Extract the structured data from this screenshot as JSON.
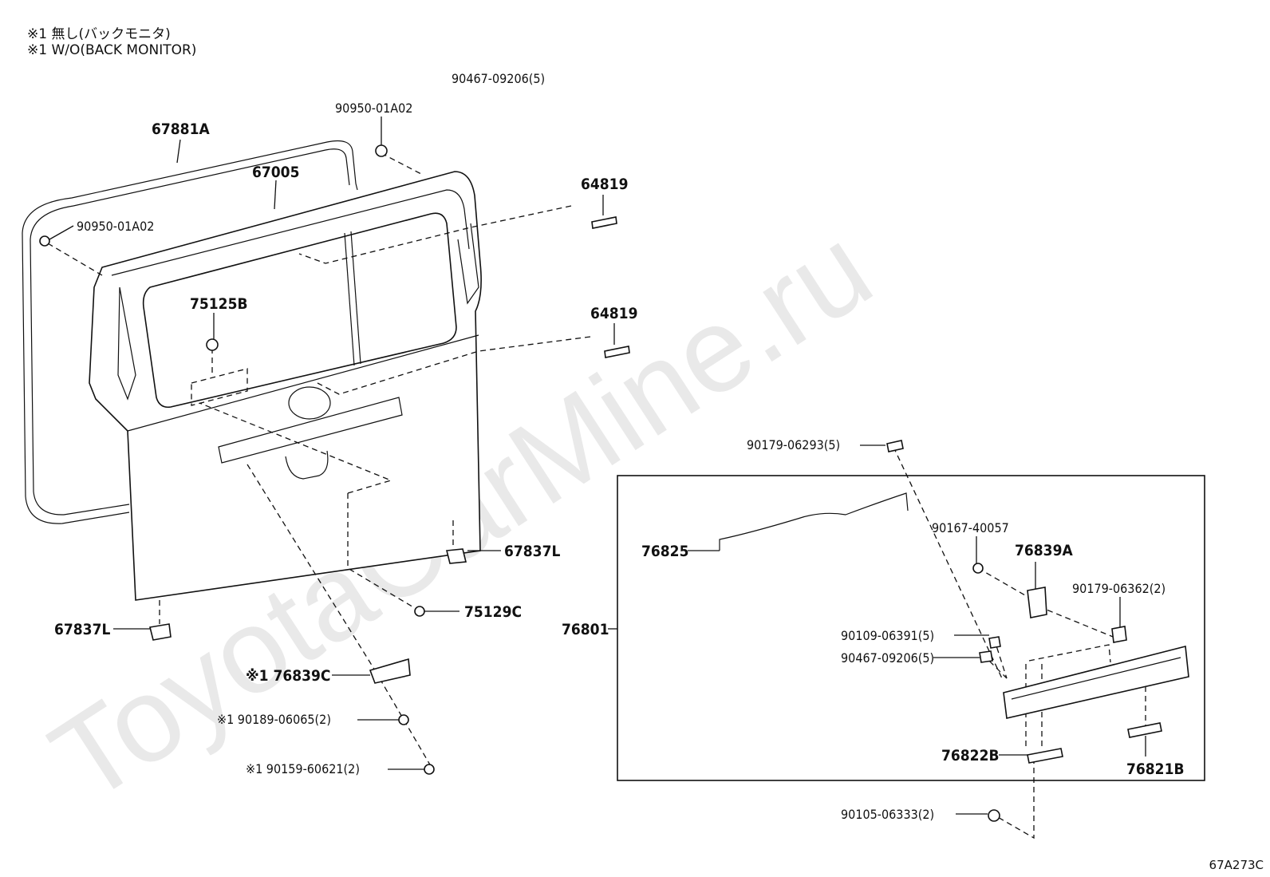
{
  "notes": {
    "line1": "※1 無し(バックモニタ)",
    "line2": "※1 W/O(BACK MONITOR)"
  },
  "watermark": "ToyotaCarMine.ru",
  "diagram_code": "67A273C",
  "labels": {
    "p90467_top": "90467-09206(5)",
    "p90950_top": "90950-01A02",
    "p67881A": "67881A",
    "p67005": "67005",
    "p90950_left": "90950-01A02",
    "p64819_a": "64819",
    "p64819_b": "64819",
    "p75125B": "75125B",
    "p67837L_r": "67837L",
    "p67837L_l": "67837L",
    "p75129C": "75129C",
    "p76839C": "※1 76839C",
    "p90189": "※1 90189-06065(2)",
    "p90159": "※1 90159-60621(2)",
    "p90179_top": "90179-06293(5)",
    "p90167": "90167-40057",
    "p76839A": "76839A",
    "p90179_r": "90179-06362(2)",
    "p76825": "76825",
    "p76801": "76801",
    "p90109": "90109-06391(5)",
    "p90467_r": "90467-09206(5)",
    "p76822B": "76822B",
    "p76821B": "76821B",
    "p90105": "90105-06333(2)"
  }
}
